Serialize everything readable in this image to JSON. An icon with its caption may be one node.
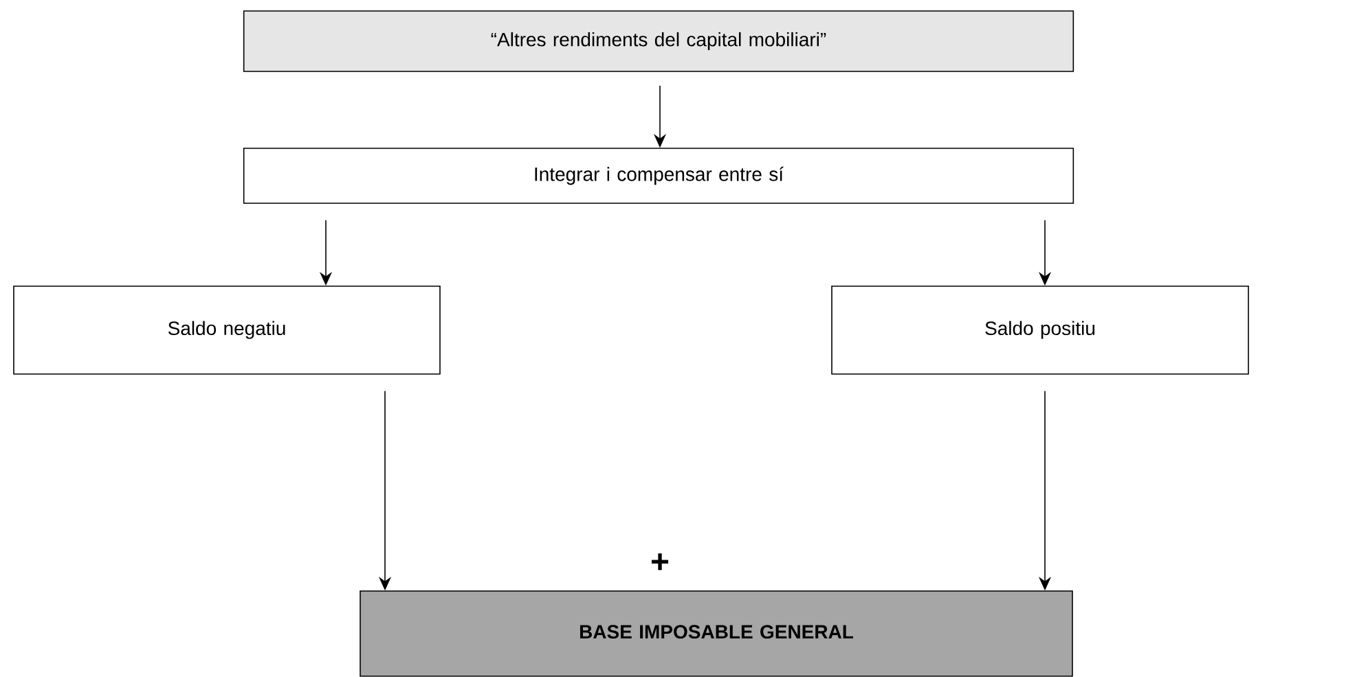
{
  "diagram": {
    "nodes": [
      {
        "text": [
          "“Altres rendiments del capital mobiliari”"
        ]
      },
      {
        "text": [
          "Integrar i compensar entre sí"
        ]
      },
      {
        "text": [
          "Saldo negatiu"
        ]
      },
      {
        "text": [
          "Saldo positiu"
        ]
      },
      {
        "text": [
          "BASE IMPOSABLE GENERAL"
        ]
      }
    ],
    "edges": [
      {
        "from": 0,
        "to": 1,
        "arrow": "to"
      },
      {
        "from": 1,
        "to": 2,
        "arrow": "to"
      },
      {
        "from": 1,
        "to": 3,
        "arrow": "to"
      },
      {
        "from": 2,
        "to": 4,
        "arrow": "to"
      },
      {
        "from": 3,
        "to": 4,
        "arrow": "to"
      }
    ],
    "labels": [
      "+"
    ]
  }
}
